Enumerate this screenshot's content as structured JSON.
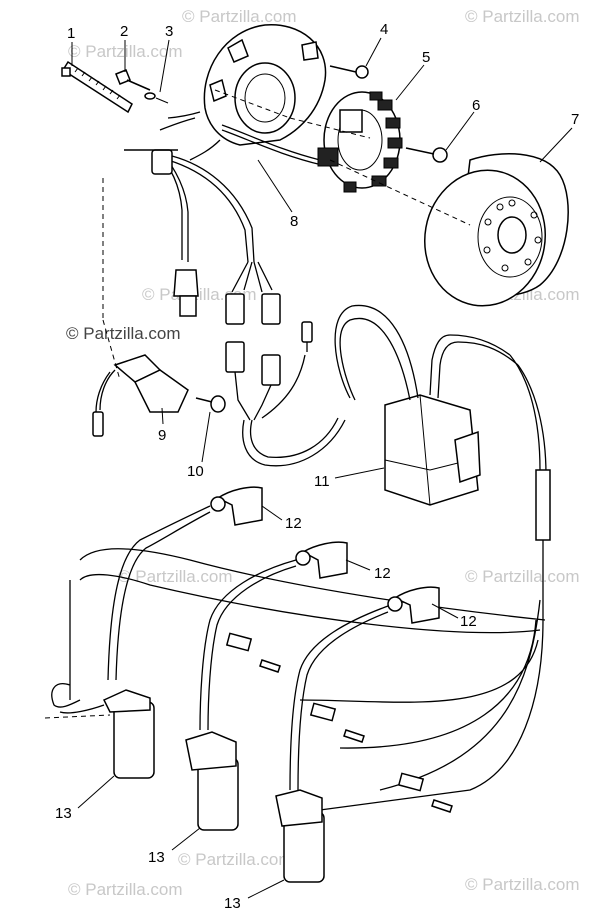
{
  "diagram": {
    "watermark_text": "© Partzilla.com",
    "callouts": {
      "c1": "1",
      "c2": "2",
      "c3": "3",
      "c4": "4",
      "c5": "5",
      "c6": "6",
      "c7": "7",
      "c8": "8",
      "c9": "9",
      "c10": "10",
      "c11": "11",
      "c12a": "12",
      "c12b": "12",
      "c12c": "12",
      "c13a": "13",
      "c13b": "13",
      "c13c": "13"
    }
  }
}
